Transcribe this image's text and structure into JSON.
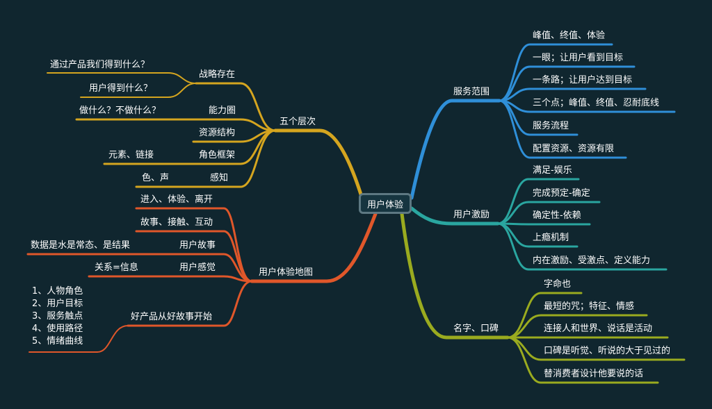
{
  "root": "用户体验",
  "colors": {
    "background": "#10262f",
    "blue": "#2f8fd8",
    "teal": "#2aa6a0",
    "olive": "#9aab1f",
    "orange": "#e0572a",
    "gold": "#d5a51f"
  },
  "branches": {
    "service_scope": {
      "label": "服务范围",
      "children": [
        "峰值、终值、体验",
        "一眼；让用户看到目标",
        "一条路；让用户达到目标",
        "三个点；峰值、终值、忍耐底线",
        "服务流程",
        "配置资源、资源有限"
      ]
    },
    "user_incentive": {
      "label": "用户激励",
      "children": [
        "满足-娱乐",
        "完成预定-确定",
        "确定性-依赖",
        "上瘾机制",
        "内在激励、受激点、定义能力"
      ]
    },
    "name_reputation": {
      "label": "名字、口碑",
      "children": [
        "字命也",
        "最短的咒；特征、情感",
        "连接人和世界、说话是活动",
        "口碑是听觉、听说的大于见过的",
        "替消费者设计他要说的话"
      ]
    },
    "five_levels": {
      "label": "五个层次",
      "strategy": {
        "label": "战略存在",
        "children": [
          "通过产品我们得到什么？",
          "用户得到什么？"
        ]
      },
      "capability": {
        "label": "能力圈",
        "children": [
          "做什么？不做什么？"
        ]
      },
      "resource": {
        "label": "资源结构"
      },
      "role": {
        "label": "角色框架",
        "children": [
          "元素、链接"
        ]
      },
      "perception": {
        "label": "感知",
        "children": [
          "色、声"
        ]
      }
    },
    "experience_map": {
      "label": "用户体验地图",
      "enter": "进入、体验、离开",
      "story_contact": "故事、接触、互动",
      "user_story": {
        "label": "用户故事",
        "children": [
          "数据是水是常态、是结果"
        ]
      },
      "user_feeling": {
        "label": "用户感觉",
        "children": [
          "关系=信息"
        ]
      },
      "good_product": {
        "label": "好产品从好故事开始",
        "children": [
          "1、人物角色",
          "2、用户目标",
          "3、服务触点",
          "4、使用路径",
          "5、情绪曲线"
        ]
      }
    }
  }
}
